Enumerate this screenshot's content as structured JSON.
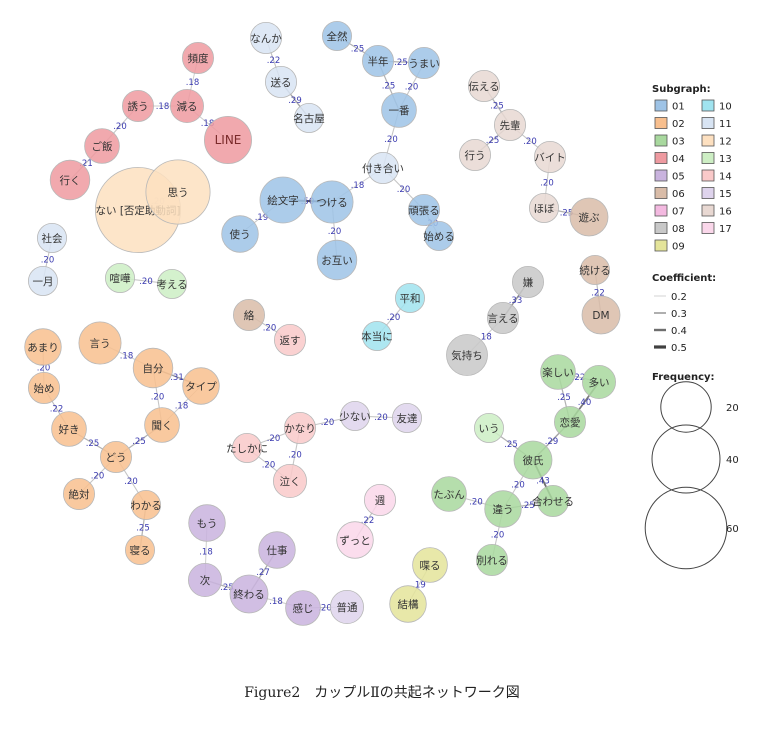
{
  "caption": "Figure2　カップルⅡの共起ネットワーク図",
  "subgraph_colors": {
    "01": "#9ec3e6",
    "02": "#f8bf8e",
    "03": "#a8d89e",
    "04": "#ee9aa0",
    "05": "#c9b3de",
    "06": "#d9bca8",
    "07": "#f3b9e0",
    "08": "#c8c8c8",
    "09": "#e4e49a",
    "10": "#a0e3ef",
    "11": "#d8e4f3",
    "12": "#fde0c0",
    "13": "#cdeec4",
    "14": "#f9c9c9",
    "15": "#ded3ec",
    "16": "#e8d8d2",
    "17": "#fad7ea"
  },
  "legend": {
    "subgraph_title": "Subgraph:",
    "subgraphs": [
      "01",
      "02",
      "03",
      "04",
      "05",
      "06",
      "07",
      "08",
      "09",
      "10",
      "11",
      "12",
      "13",
      "14",
      "15",
      "16",
      "17"
    ],
    "coefficient_title": "Coefficient:",
    "coefficients": [
      "0.2",
      "0.3",
      "0.4",
      "0.5"
    ],
    "frequency_title": "Frequency:",
    "frequencies": [
      "20",
      "40",
      "60"
    ]
  },
  "nodes": [
    {
      "id": "nai",
      "label": "ない [否定助動詞]",
      "g": "12",
      "f": 66
    },
    {
      "id": "omou",
      "label": "思う",
      "g": "12",
      "f": 35
    },
    {
      "id": "line",
      "label": "LINE",
      "g": "04",
      "f": 17
    },
    {
      "id": "iku",
      "label": "行く",
      "g": "04",
      "f": 11
    },
    {
      "id": "gohan",
      "label": "ご飯",
      "g": "04",
      "f": 8
    },
    {
      "id": "sasou",
      "label": "誘う",
      "g": "04",
      "f": 6
    },
    {
      "id": "heru",
      "label": "減る",
      "g": "04",
      "f": 7
    },
    {
      "id": "hindo",
      "label": "頻度",
      "g": "04",
      "f": 6
    },
    {
      "id": "nanka",
      "label": "なんか",
      "g": "11",
      "f": 6
    },
    {
      "id": "okuru",
      "label": "送る",
      "g": "11",
      "f": 6
    },
    {
      "id": "nagoya",
      "label": "名古屋",
      "g": "11",
      "f": 5
    },
    {
      "id": "zenzen",
      "label": "全然",
      "g": "01",
      "f": 5
    },
    {
      "id": "hannen",
      "label": "半年",
      "g": "01",
      "f": 6
    },
    {
      "id": "umai",
      "label": "うまい",
      "g": "01",
      "f": 6
    },
    {
      "id": "ichiban",
      "label": "一番",
      "g": "01",
      "f": 8
    },
    {
      "id": "tsukiai",
      "label": "付き合い",
      "g": "11",
      "f": 6
    },
    {
      "id": "emoji",
      "label": "絵文字",
      "g": "01",
      "f": 16
    },
    {
      "id": "tsukeru",
      "label": "つける",
      "g": "01",
      "f": 13
    },
    {
      "id": "tsukau",
      "label": "使う",
      "g": "01",
      "f": 9
    },
    {
      "id": "otagai",
      "label": "お互い",
      "g": "01",
      "f": 11
    },
    {
      "id": "ganbaru",
      "label": "頑張る",
      "g": "01",
      "f": 6
    },
    {
      "id": "hajimeru",
      "label": "始める",
      "g": "01",
      "f": 5
    },
    {
      "id": "tsutaeru",
      "label": "伝える",
      "g": "16",
      "f": 6
    },
    {
      "id": "senpai",
      "label": "先輩",
      "g": "16",
      "f": 6
    },
    {
      "id": "okonau",
      "label": "行う",
      "g": "16",
      "f": 6
    },
    {
      "id": "baito",
      "label": "バイト",
      "g": "16",
      "f": 6
    },
    {
      "id": "hobo",
      "label": "ほぼ",
      "g": "16",
      "f": 5
    },
    {
      "id": "asobu",
      "label": "遊ぶ",
      "g": "06",
      "f": 10
    },
    {
      "id": "shakai",
      "label": "社会",
      "g": "11",
      "f": 5
    },
    {
      "id": "ichigatsu",
      "label": "一月",
      "g": "11",
      "f": 5
    },
    {
      "id": "kenka",
      "label": "喧嘩",
      "g": "13",
      "f": 5
    },
    {
      "id": "kangaeru",
      "label": "考える",
      "g": "13",
      "f": 5
    },
    {
      "id": "tsuzukeru",
      "label": "続ける",
      "g": "06",
      "f": 5
    },
    {
      "id": "dm",
      "label": "DM",
      "g": "06",
      "f": 10
    },
    {
      "id": "iya",
      "label": "嫌",
      "g": "08",
      "f": 6
    },
    {
      "id": "ieru",
      "label": "言える",
      "g": "08",
      "f": 6
    },
    {
      "id": "kimochi",
      "label": "気持ち",
      "g": "08",
      "f": 12
    },
    {
      "id": "heiwa",
      "label": "平和",
      "g": "10",
      "f": 5
    },
    {
      "id": "hontou",
      "label": "本当に",
      "g": "10",
      "f": 5
    },
    {
      "id": "karami",
      "label": "絡",
      "g": "06",
      "f": 6
    },
    {
      "id": "kaesu",
      "label": "返す",
      "g": "14",
      "f": 6
    },
    {
      "id": "amari",
      "label": "あまり",
      "g": "02",
      "f": 9
    },
    {
      "id": "iu",
      "label": "言う",
      "g": "02",
      "f": 13
    },
    {
      "id": "jibun",
      "label": "自分",
      "g": "02",
      "f": 11
    },
    {
      "id": "taipu",
      "label": "タイプ",
      "g": "02",
      "f": 9
    },
    {
      "id": "hajime",
      "label": "始め",
      "g": "02",
      "f": 6
    },
    {
      "id": "suki",
      "label": "好き",
      "g": "02",
      "f": 8
    },
    {
      "id": "kiku",
      "label": "聞く",
      "g": "02",
      "f": 8
    },
    {
      "id": "dou",
      "label": "どう",
      "g": "02",
      "f": 6
    },
    {
      "id": "zettai",
      "label": "絶対",
      "g": "02",
      "f": 6
    },
    {
      "id": "wakaru",
      "label": "わかる",
      "g": "02",
      "f": 5
    },
    {
      "id": "neru",
      "label": "寝る",
      "g": "02",
      "f": 5
    },
    {
      "id": "sukunai",
      "label": "少ない",
      "g": "15",
      "f": 5
    },
    {
      "id": "tomodachi",
      "label": "友達",
      "g": "15",
      "f": 5
    },
    {
      "id": "kanari",
      "label": "かなり",
      "g": "14",
      "f": 6
    },
    {
      "id": "tashikani",
      "label": "たしかに",
      "g": "14",
      "f": 5
    },
    {
      "id": "naku",
      "label": "泣く",
      "g": "14",
      "f": 7
    },
    {
      "id": "shuu",
      "label": "週",
      "g": "17",
      "f": 6
    },
    {
      "id": "zutto",
      "label": "ずっと",
      "g": "17",
      "f": 9
    },
    {
      "id": "tanoshii",
      "label": "楽しい",
      "g": "03",
      "f": 8
    },
    {
      "id": "ooi",
      "label": "多い",
      "g": "03",
      "f": 7
    },
    {
      "id": "renai",
      "label": "恋愛",
      "g": "03",
      "f": 6
    },
    {
      "id": "iu2",
      "label": "いう",
      "g": "13",
      "f": 5
    },
    {
      "id": "kareshi",
      "label": "彼氏",
      "g": "03",
      "f": 10
    },
    {
      "id": "tabun",
      "label": "たぶん",
      "g": "03",
      "f": 8
    },
    {
      "id": "awaseru",
      "label": "合わせる",
      "g": "03",
      "f": 6
    },
    {
      "id": "chigau",
      "label": "違う",
      "g": "03",
      "f": 9
    },
    {
      "id": "wakareru",
      "label": "別れる",
      "g": "03",
      "f": 6
    },
    {
      "id": "shaberu",
      "label": "喋る",
      "g": "09",
      "f": 8
    },
    {
      "id": "kekkou",
      "label": "結構",
      "g": "09",
      "f": 9
    },
    {
      "id": "mou",
      "label": "もう",
      "g": "05",
      "f": 9
    },
    {
      "id": "shigoto",
      "label": "仕事",
      "g": "05",
      "f": 9
    },
    {
      "id": "tsugi",
      "label": "次",
      "g": "05",
      "f": 7
    },
    {
      "id": "owaru",
      "label": "終わる",
      "g": "05",
      "f": 10
    },
    {
      "id": "kanjiru",
      "label": "感じ",
      "g": "05",
      "f": 8
    },
    {
      "id": "futsuu",
      "label": "普通",
      "g": "15",
      "f": 7
    }
  ],
  "edges": [
    {
      "a": "nai",
      "b": "omou",
      "c": "20"
    },
    {
      "a": "line",
      "b": "heru",
      "c": "18"
    },
    {
      "a": "heru",
      "b": "hindo",
      "c": "18"
    },
    {
      "a": "heru",
      "b": "sasou",
      "c": "18"
    },
    {
      "a": "sasou",
      "b": "gohan",
      "c": "20"
    },
    {
      "a": "gohan",
      "b": "iku",
      "c": "21"
    },
    {
      "a": "nanka",
      "b": "okuru",
      "c": "22"
    },
    {
      "a": "okuru",
      "b": "nagoya",
      "c": "29"
    },
    {
      "a": "zenzen",
      "b": "hannen",
      "c": "25"
    },
    {
      "a": "hannen",
      "b": "umai",
      "c": "25"
    },
    {
      "a": "hannen",
      "b": "ichiban",
      "c": "25"
    },
    {
      "a": "umai",
      "b": "ichiban",
      "c": "20"
    },
    {
      "a": "ichiban",
      "b": "tsukiai",
      "c": "20"
    },
    {
      "a": "tsukiai",
      "b": "tsukeru",
      "c": "18"
    },
    {
      "a": "tsukiai",
      "b": "ganbaru",
      "c": "20"
    },
    {
      "a": "ganbaru",
      "b": "hajimeru",
      "c": "20"
    },
    {
      "a": "emoji",
      "b": "tsukeru",
      "c": "50"
    },
    {
      "a": "emoji",
      "b": "tsukau",
      "c": "19"
    },
    {
      "a": "tsukeru",
      "b": "otagai",
      "c": "20"
    },
    {
      "a": "tsutaeru",
      "b": "senpai",
      "c": "25"
    },
    {
      "a": "senpai",
      "b": "okonau",
      "c": "25"
    },
    {
      "a": "senpai",
      "b": "baito",
      "c": "20"
    },
    {
      "a": "baito",
      "b": "hobo",
      "c": "20"
    },
    {
      "a": "hobo",
      "b": "asobu",
      "c": "25"
    },
    {
      "a": "shakai",
      "b": "ichigatsu",
      "c": "20"
    },
    {
      "a": "kenka",
      "b": "kangaeru",
      "c": "20"
    },
    {
      "a": "tsuzukeru",
      "b": "dm",
      "c": "22"
    },
    {
      "a": "iya",
      "b": "ieru",
      "c": "33"
    },
    {
      "a": "ieru",
      "b": "kimochi",
      "c": "18"
    },
    {
      "a": "heiwa",
      "b": "hontou",
      "c": "20"
    },
    {
      "a": "karami",
      "b": "kaesu",
      "c": "20"
    },
    {
      "a": "amari",
      "b": "hajime",
      "c": "20"
    },
    {
      "a": "hajime",
      "b": "suki",
      "c": "22"
    },
    {
      "a": "suki",
      "b": "dou",
      "c": "25"
    },
    {
      "a": "iu",
      "b": "jibun",
      "c": "18"
    },
    {
      "a": "jibun",
      "b": "taipu",
      "c": "31"
    },
    {
      "a": "jibun",
      "b": "kiku",
      "c": "20"
    },
    {
      "a": "taipu",
      "b": "kiku",
      "c": "18"
    },
    {
      "a": "kiku",
      "b": "dou",
      "c": "25"
    },
    {
      "a": "dou",
      "b": "zettai",
      "c": "20"
    },
    {
      "a": "dou",
      "b": "wakaru",
      "c": "20"
    },
    {
      "a": "wakaru",
      "b": "neru",
      "c": "25"
    },
    {
      "a": "sukunai",
      "b": "tomodachi",
      "c": "20"
    },
    {
      "a": "kanari",
      "b": "sukunai",
      "c": "20"
    },
    {
      "a": "kanari",
      "b": "tashikani",
      "c": "20"
    },
    {
      "a": "kanari",
      "b": "naku",
      "c": "20"
    },
    {
      "a": "tashikani",
      "b": "naku",
      "c": "20"
    },
    {
      "a": "shuu",
      "b": "zutto",
      "c": "22"
    },
    {
      "a": "tanoshii",
      "b": "ooi",
      "c": "22"
    },
    {
      "a": "tanoshii",
      "b": "renai",
      "c": "25"
    },
    {
      "a": "ooi",
      "b": "renai",
      "c": "40"
    },
    {
      "a": "renai",
      "b": "kareshi",
      "c": "29"
    },
    {
      "a": "iu2",
      "b": "kareshi",
      "c": "25"
    },
    {
      "a": "kareshi",
      "b": "awaseru",
      "c": "43"
    },
    {
      "a": "kareshi",
      "b": "chigau",
      "c": "20"
    },
    {
      "a": "tabun",
      "b": "chigau",
      "c": "20"
    },
    {
      "a": "chigau",
      "b": "awaseru",
      "c": "25"
    },
    {
      "a": "chigau",
      "b": "wakareru",
      "c": "20"
    },
    {
      "a": "shaberu",
      "b": "kekkou",
      "c": "19"
    },
    {
      "a": "mou",
      "b": "tsugi",
      "c": "18"
    },
    {
      "a": "tsugi",
      "b": "owaru",
      "c": "25"
    },
    {
      "a": "owaru",
      "b": "shigoto",
      "c": "27"
    },
    {
      "a": "owaru",
      "b": "kanjiru",
      "c": "18"
    },
    {
      "a": "kanjiru",
      "b": "futsuu",
      "c": "20"
    }
  ]
}
